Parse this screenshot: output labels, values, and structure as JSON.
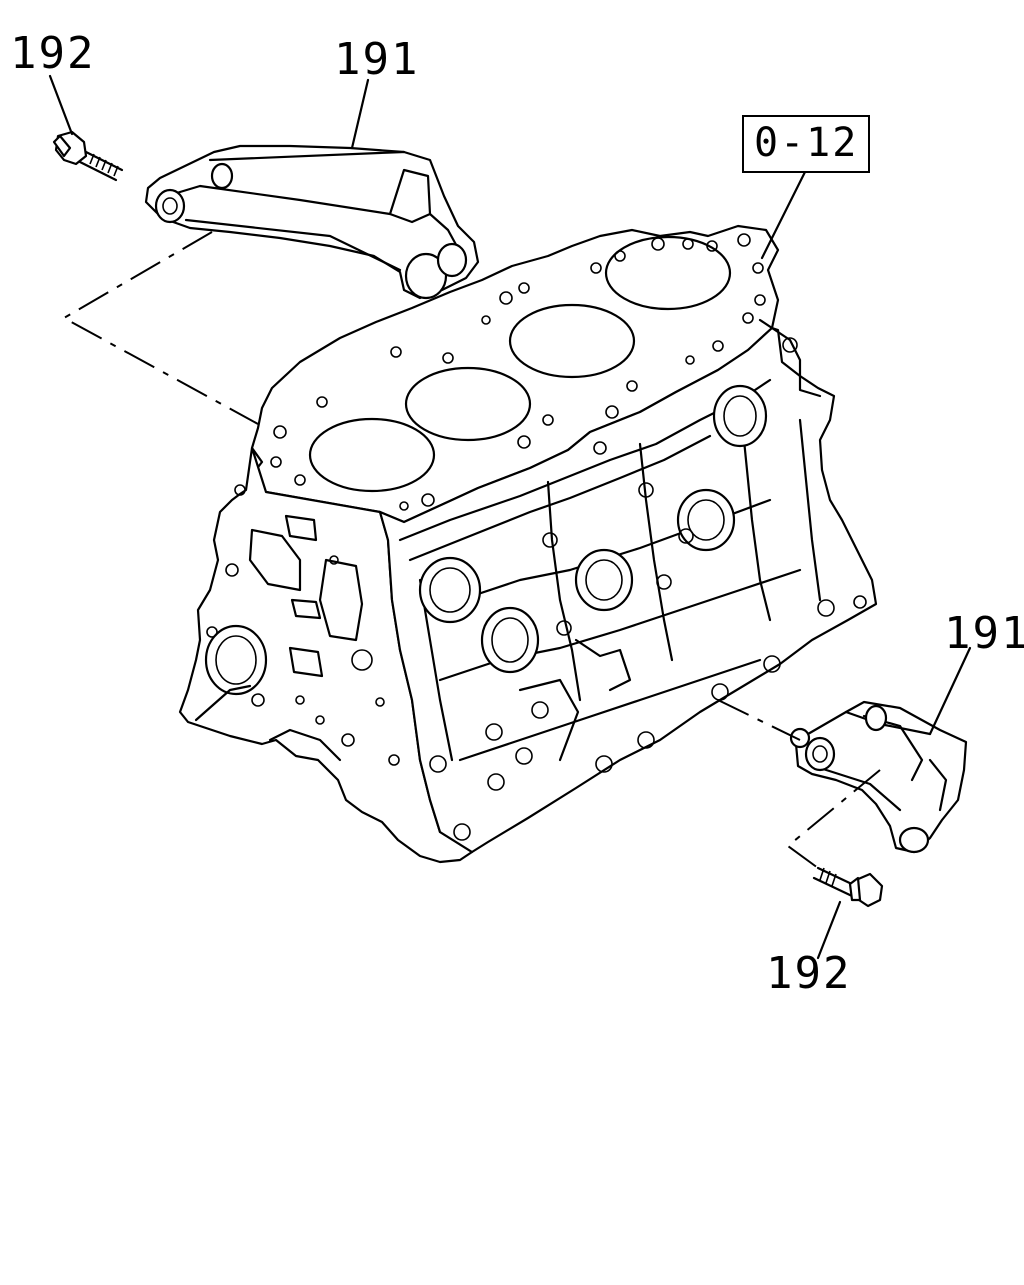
{
  "diagram": {
    "labels": {
      "bolt_top": "192",
      "bracket_top": "191",
      "ref_block": "0-12",
      "bracket_right": "191",
      "bolt_bottom": "192"
    },
    "parts": [
      {
        "number": "191",
        "depicted": "bracket"
      },
      {
        "number": "192",
        "depicted": "bolt"
      }
    ],
    "reference": "0-12",
    "line_color": "#000000",
    "background": "#ffffff"
  }
}
